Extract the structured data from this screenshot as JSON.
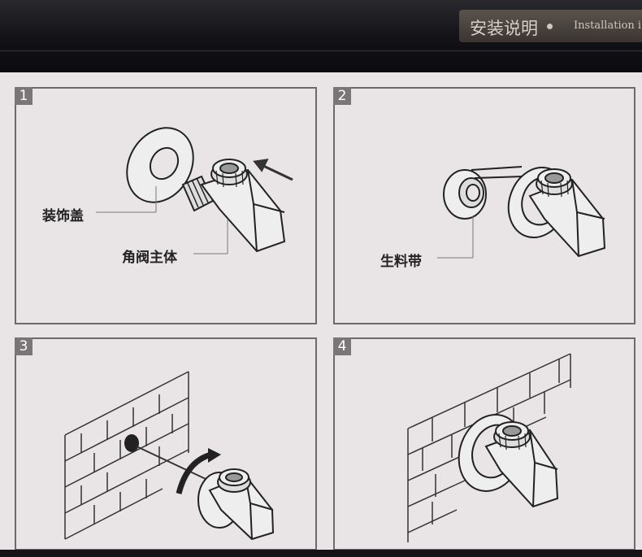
{
  "header": {
    "title_cn": "安装说明",
    "title_en": "Installation i"
  },
  "panels": [
    {
      "number": "1",
      "labels": [
        "装饰盖",
        "角阀主体"
      ]
    },
    {
      "number": "2",
      "labels": [
        "生料带"
      ]
    },
    {
      "number": "3",
      "labels": []
    },
    {
      "number": "4",
      "labels": []
    }
  ],
  "colors": {
    "background": "#e9e4e6",
    "header": "#121216",
    "panel_border": "#6e6a6c",
    "number_badge": "#7a7677"
  }
}
